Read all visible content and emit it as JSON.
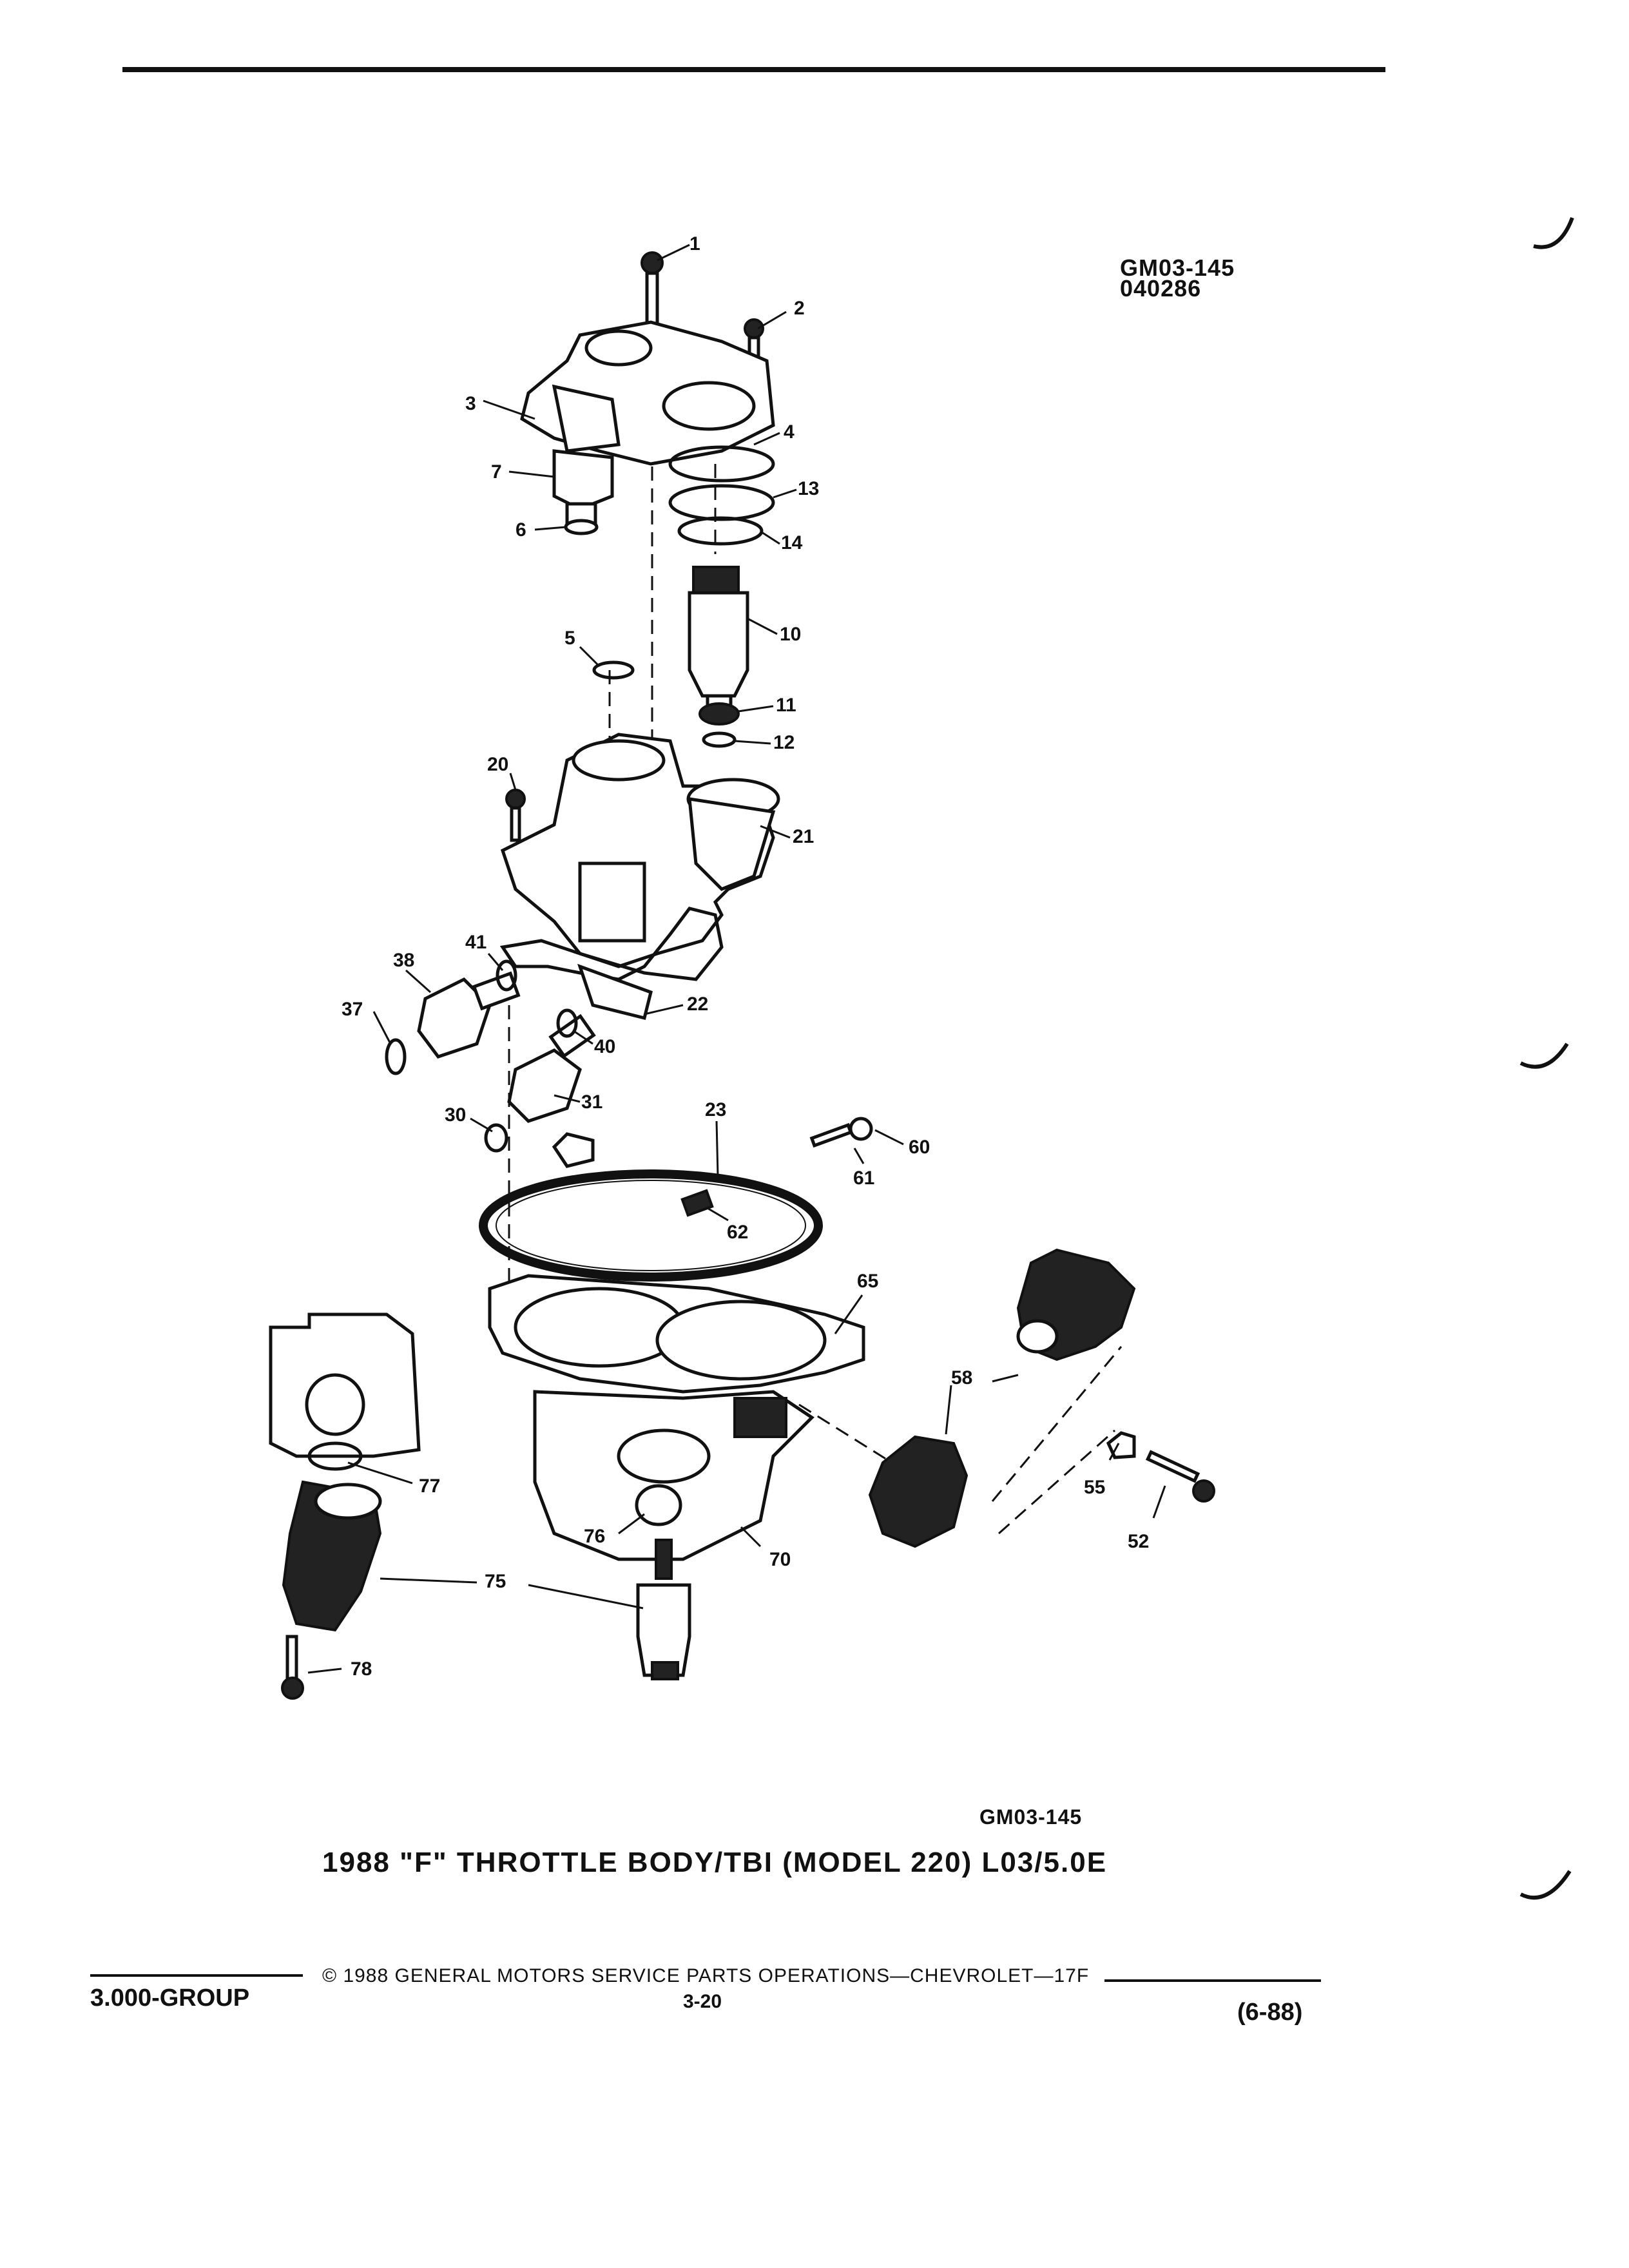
{
  "header": {
    "figure_code": "GM03-145",
    "date_code": "040286"
  },
  "title": "1988 \"F\" THROTTLE BODY/TBI (MODEL 220) L03/5.0E",
  "callouts": {
    "c1": "1",
    "c2": "2",
    "c3": "3",
    "c4": "4",
    "c5": "5",
    "c6": "6",
    "c7": "7",
    "c10": "10",
    "c11": "11",
    "c12": "12",
    "c13": "13",
    "c14": "14",
    "c20": "20",
    "c21": "21",
    "c22": "22",
    "c23": "23",
    "c30": "30",
    "c31": "31",
    "c37": "37",
    "c38": "38",
    "c40": "40",
    "c41": "41",
    "c52": "52",
    "c55": "55",
    "c58": "58",
    "c60": "60",
    "c61": "61",
    "c62": "62",
    "c65": "65",
    "c70": "70",
    "c75": "75",
    "c76": "76",
    "c77": "77",
    "c78": "78"
  },
  "footer": {
    "copyright": "© 1988 GENERAL MOTORS SERVICE PARTS OPERATIONS—CHEVROLET—17F",
    "group": "3.000-GROUP",
    "page": "3-20",
    "date": "(6-88)"
  }
}
